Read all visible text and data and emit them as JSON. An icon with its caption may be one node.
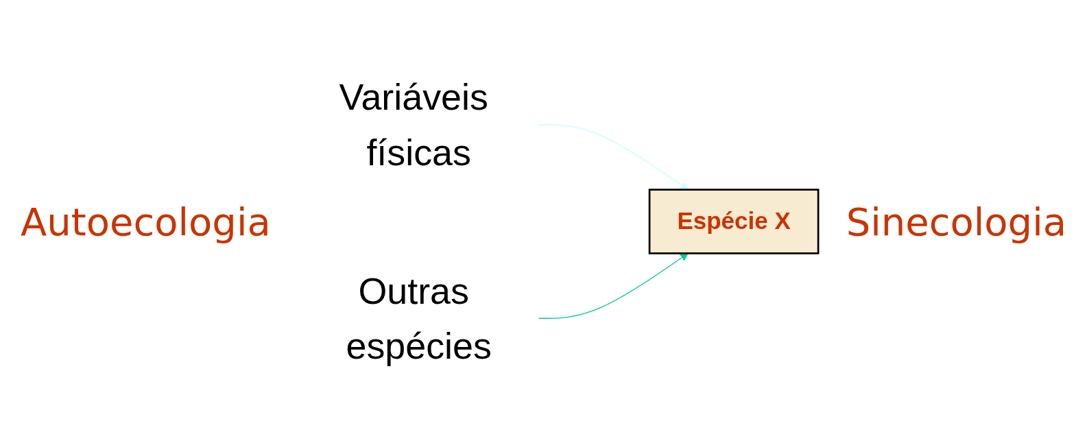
{
  "diagram": {
    "nodes": [
      {
        "text": [
          "Variáveis físicas"
        ]
      },
      {
        "text": [
          "Espécie X"
        ]
      },
      {
        "text": [
          "Outras espécies"
        ]
      }
    ],
    "edges": [
      {
        "from": 0,
        "to": 1,
        "arrow": "to",
        "color": "#ccffff"
      },
      {
        "from": 2,
        "to": 1,
        "arrow": "to",
        "color": "#00cc99"
      }
    ],
    "labels": [
      "Autoecologia",
      "Sinecologia"
    ]
  }
}
